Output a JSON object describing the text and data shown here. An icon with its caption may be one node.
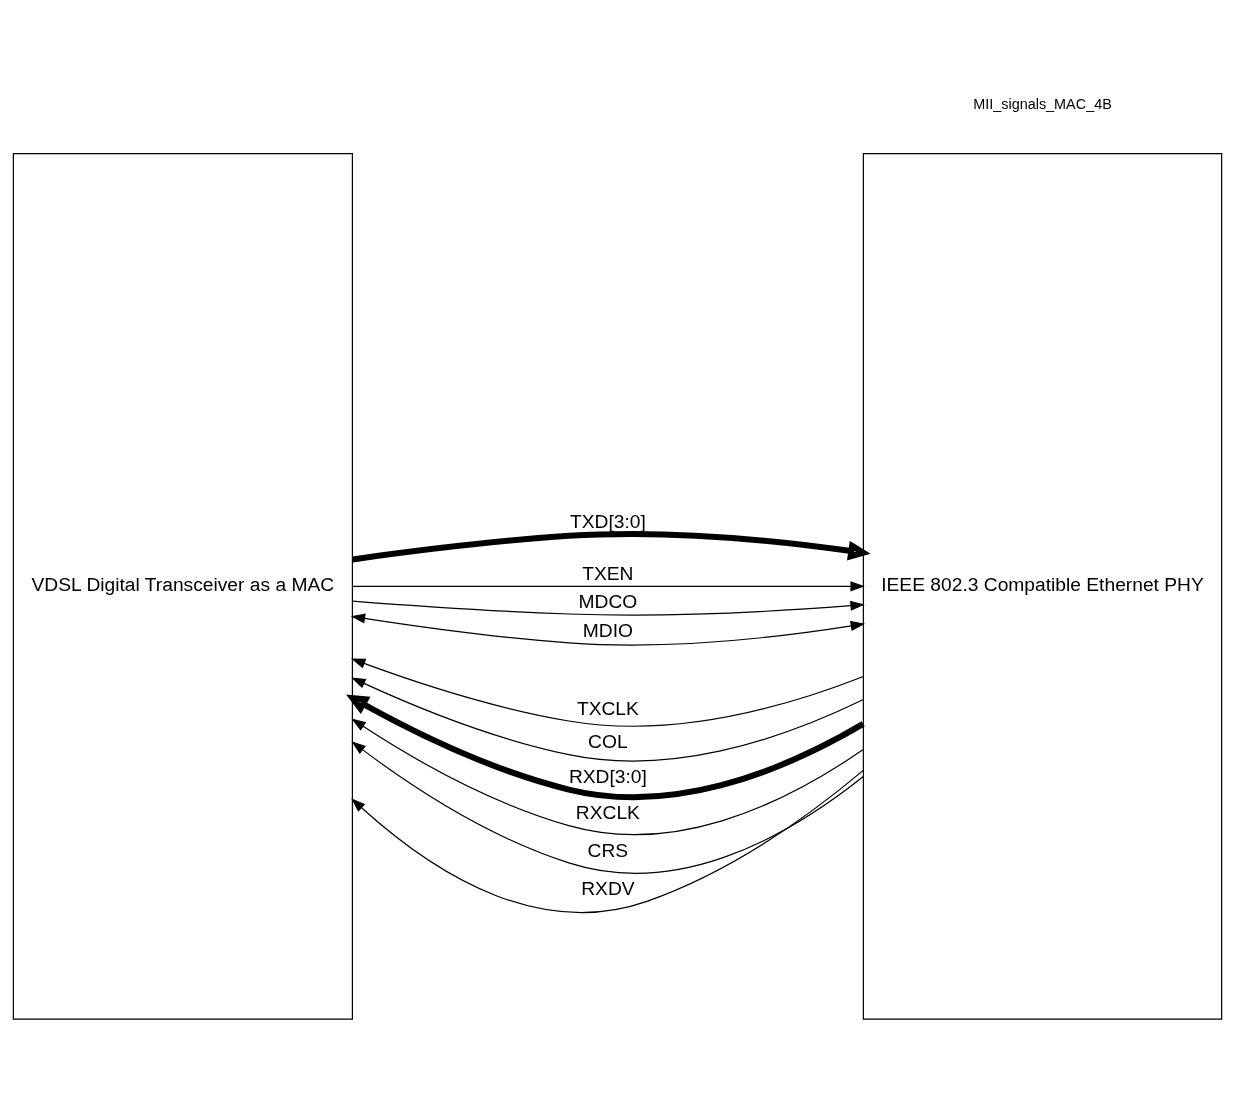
{
  "diagram": {
    "nodes": [
      {
        "text": [
          "VDSL Digital Transceiver as a MAC"
        ]
      },
      {
        "text": [
          "IEEE 802.3 Compatible Ethernet PHY"
        ]
      }
    ],
    "edges": [
      {
        "from": 0,
        "to": 1,
        "arrow": "to",
        "label": "TXD[3:0]",
        "style": "thick"
      },
      {
        "from": 0,
        "to": 1,
        "arrow": "to",
        "label": "TXEN"
      },
      {
        "from": 1,
        "to": 0,
        "arrow": "to",
        "label": "TXCLK"
      },
      {
        "from": 1,
        "to": 0,
        "arrow": "to",
        "label": "COL"
      },
      {
        "from": 1,
        "to": 0,
        "arrow": "to",
        "label": "RXD[3:0]",
        "style": "thick"
      },
      {
        "from": 1,
        "to": 0,
        "arrow": "to",
        "label": "RXCLK"
      },
      {
        "from": 1,
        "to": 0,
        "arrow": "to",
        "label": "CRS"
      },
      {
        "from": 1,
        "to": 0,
        "arrow": "to",
        "label": "RXDV"
      },
      {
        "from": 0,
        "to": 1,
        "arrow": "to",
        "label": "MDCO"
      },
      {
        "from": 0,
        "to": 1,
        "arrow": "both",
        "label": "MDIO"
      }
    ],
    "labels": [
      "MII_signals_MAC_4B"
    ]
  }
}
